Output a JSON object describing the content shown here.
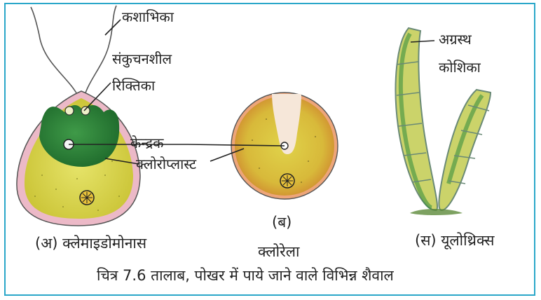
{
  "labels": {
    "flagella": "कशाभिका",
    "contractile_vacuole_l1": "संकुचनशील",
    "contractile_vacuole_l2": "रिक्तिका",
    "nucleus": "केन्द्रक",
    "chloroplast": "क्लोरोप्लास्ट",
    "apical_cell_l1": "अग्रस्थ",
    "apical_cell_l2": "कोशिका"
  },
  "captions": {
    "chlamydomonas": "(अ) क्लेमाइडोमोनास",
    "chlorella_marker": "(ब)",
    "chlorella": "क्लोरेला",
    "ulothrix": "(स) यूलोथ्रिक्स",
    "figure": "चित्र 7.6 तालाब, पोखर में पाये जाने वाले विभिन्न शैवाल"
  },
  "colors": {
    "frame": "#2aa7c9",
    "cell_wall": "#e9b8c6",
    "cytoplasm": "#d9d84a",
    "chloroplast": "#2f8a3a",
    "chlorella_wall": "#e9a676",
    "filament_outline": "#7a9a86"
  }
}
